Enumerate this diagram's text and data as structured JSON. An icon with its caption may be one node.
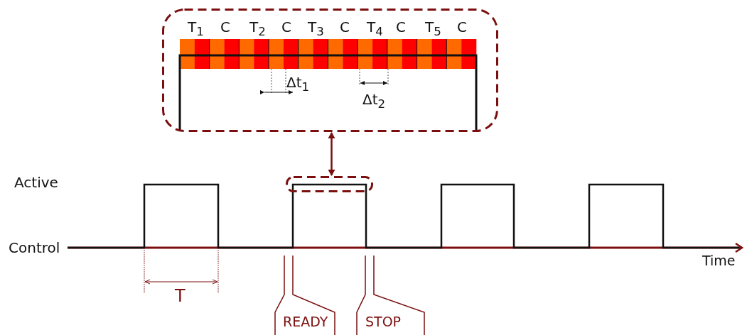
{
  "diagram": {
    "nodes": [
      {
        "text": [
          "T$_{1}$",
          "C",
          "T$_{2}$",
          "C",
          "T$_{3}$",
          "C",
          "T$_{4}$",
          "C",
          "T$_{5}$",
          "C",
          "Δt$_{1}$",
          "Δt$_{2}$"
        ]
      },
      {
        "text": [],
        "shape": "box"
      },
      {
        "text": [
          "READY"
        ]
      },
      {
        "text": [
          "STOP"
        ]
      }
    ],
    "edges": [
      {
        "from": 0,
        "to": 1,
        "arrow": "both"
      }
    ],
    "labels": [
      "Active",
      "Control",
      "Time",
      "T"
    ]
  }
}
